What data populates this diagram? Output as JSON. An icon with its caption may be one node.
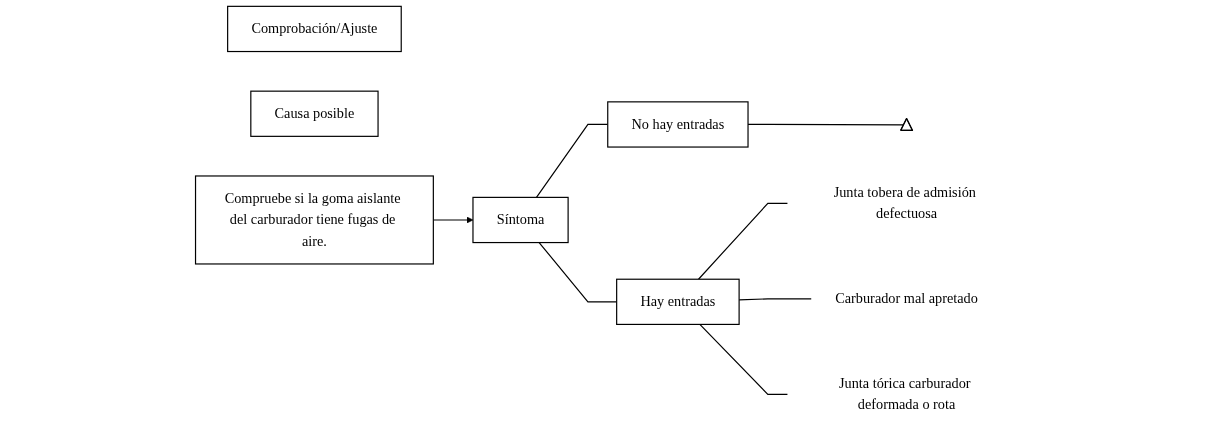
{
  "diagram": {
    "nodes": [
      {
        "text": [
          "Comprobación/Ajuste"
        ]
      },
      {
        "text": [
          "Síntoma"
        ]
      },
      {
        "text": [
          "Causa posible"
        ]
      },
      {
        "text": [
          "Compruebe si la goma aislante del carburador tiene fugas de aire."
        ]
      },
      {
        "text": [
          "No hay entradas"
        ]
      },
      {
        "text": [
          "Hay entradas"
        ]
      },
      {
        "text": [],
        "shape": "triangle"
      },
      {
        "text": [
          "Junta tobera de admisión defectuosa"
        ]
      },
      {
        "text": [
          "Carburador mal apretado"
        ]
      },
      {
        "text": [
          "Junta tórica carburador deformada o rota"
        ]
      }
    ],
    "edges": [
      {
        "from": 3,
        "to": 1,
        "arrow": "to"
      },
      {
        "from": 1,
        "to": 4,
        "arrow": "none"
      },
      {
        "from": 1,
        "to": 5,
        "arrow": "none"
      },
      {
        "from": 4,
        "to": 6,
        "arrow": "none"
      },
      {
        "from": 5,
        "to": 7,
        "arrow": "none"
      },
      {
        "from": 5,
        "to": 8,
        "arrow": "none"
      },
      {
        "from": 5,
        "to": 9,
        "arrow": "none"
      }
    ]
  }
}
